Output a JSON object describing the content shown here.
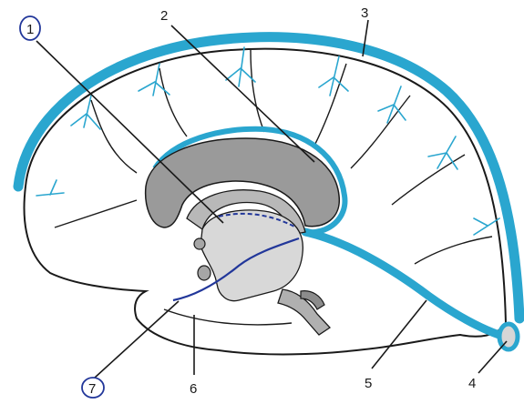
{
  "diagram": {
    "labels": [
      "1",
      "2",
      "3",
      "4",
      "5",
      "6",
      "7"
    ],
    "colors": {
      "vessel": "#2aa6cf",
      "vessel_dark": "#1789b3",
      "outline": "#1a1a1a",
      "corpus_fill": "#9a9a9a",
      "thalamus_fill": "#d8d8d8",
      "deep_vein": "#22379a",
      "paper": "#ffffff"
    }
  }
}
